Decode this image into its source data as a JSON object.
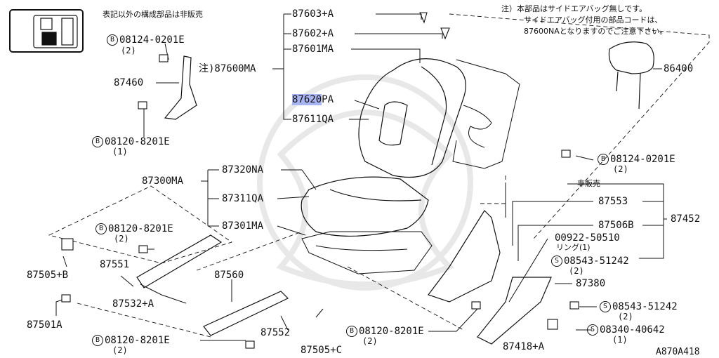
{
  "header": {
    "note_top_left": "表記以外の構成部品は非販売",
    "footnote_line1": "注）本部品はサイドエアバッグ無しです。",
    "footnote_line2": "サイドエアバッグ付用の部品コードは、",
    "footnote_line3": "87600NAとなりますのでご注意下さい。"
  },
  "callouts": {
    "p87603": "87603+A",
    "p87602": "87602+A",
    "p87601": "87601MA",
    "p87600": "注)87600MA",
    "p87620_hl": "87620",
    "p87620_suffix": "PA",
    "p87611": "87611QA",
    "p86400": "86400",
    "p87460": "87460",
    "b08124_top": "08124-0201E",
    "b08124_top_qty": "(2)",
    "b08120_left": "08120-8201E",
    "b08120_left_qty": "(1)",
    "b08124_right": "08124-0201E",
    "b08124_right_qty": "(2)",
    "hibaibai": "非販売",
    "p87300": "87300MA",
    "p87320": "87320NA",
    "p87311": "87311QA",
    "p87301": "87301MA",
    "p87553": "87553",
    "p87506": "87506B",
    "p87452": "87452",
    "p00922": "00922-50510",
    "ring": "リング(1)",
    "s08543_a": "08543-51242",
    "s08543_a_qty": "(2)",
    "p87380": "87380",
    "s08543_b": "08543-51242",
    "s08543_b_qty": "(2)",
    "s08340": "08340-40642",
    "s08340_qty": "(1)",
    "p87418": "87418+A",
    "b08120_mid": "08120-8201E",
    "b08120_mid_qty": "(2)",
    "p87505c": "87505+C",
    "p87552": "87552",
    "b08120_bot": "08120-8201E",
    "b08120_bot_qty": "(2)",
    "p87501": "87501A",
    "p87532": "87532+A",
    "p87560": "87560",
    "p87551": "87551",
    "b08120_l2": "08120-8201E",
    "b08120_l2_qty": "(2)",
    "p87505b": "87505+B",
    "figure_code": "A870A418"
  },
  "symbols": {
    "bolt": "B",
    "screw": "S"
  },
  "colors": {
    "highlight": "#a9b4f3",
    "ink": "#111111"
  }
}
